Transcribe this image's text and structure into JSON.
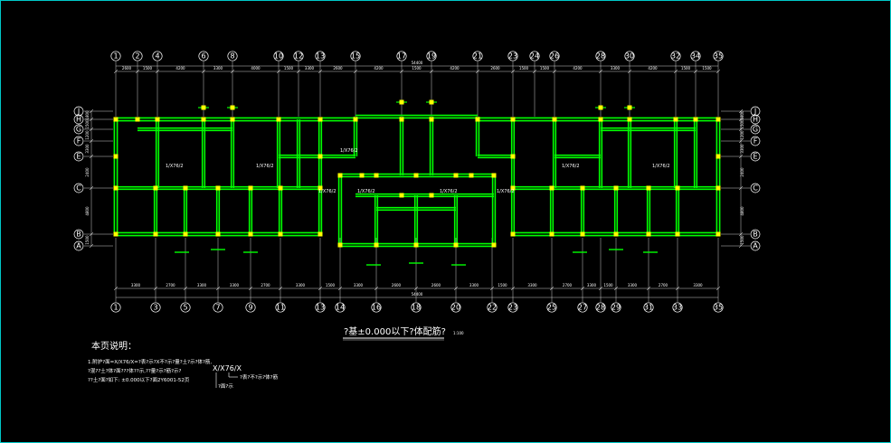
{
  "drawing": {
    "title": "?基±0.000以下?体配筋?",
    "scale": "1:100",
    "notes_heading": "本页说明：",
    "note_lines": [
      "1.附护?面=X/X76/X=?表?示?X不?示?量?土?示?体?筋,",
      "  ?混??土?体?面???体??示,??量?示?筋?示?",
      "  ??土?面?如下: ±0.000以下?面2Y6001-52页"
    ],
    "legend_formula": "X/X76/X",
    "legend_labels": [
      "?表?不?示?体?筋",
      "?面?示"
    ]
  },
  "axes": {
    "top": [
      "1",
      "2",
      "4",
      "6",
      "8",
      "10",
      "12",
      "13",
      "15",
      "17",
      "19",
      "21",
      "23",
      "24",
      "26",
      "28",
      "30",
      "32",
      "34",
      "35"
    ],
    "bottom": [
      "1",
      "3",
      "5",
      "7",
      "9",
      "11",
      "13",
      "14",
      "16",
      "18",
      "20",
      "22",
      "23",
      "25",
      "27",
      "28",
      "29",
      "31",
      "33",
      "35"
    ],
    "left": [
      "J",
      "H",
      "G",
      "F",
      "E",
      "C",
      "B",
      "A"
    ],
    "right": [
      "J",
      "H",
      "G",
      "F",
      "E",
      "C",
      "B",
      "A"
    ]
  },
  "dimensions": {
    "top_total": "54400",
    "bottom_total": "54400",
    "top_segments": [
      "2600",
      "1500",
      "4200",
      "3300",
      "4000",
      "1500",
      "3300",
      "2600",
      "4200",
      "1500",
      "4200",
      "2600",
      "1500",
      "1500",
      "4200",
      "3300",
      "4200",
      "1500",
      "1500"
    ],
    "bottom_segments": [
      "3300",
      "2700",
      "3300",
      "3300",
      "2700",
      "3300",
      "1500",
      "3300",
      "2600",
      "2600",
      "3300",
      "1500",
      "3300",
      "2700",
      "3300",
      "1500",
      "3300",
      "2700",
      "3300"
    ],
    "left_segments": [
      "1800",
      "1500",
      "1200",
      "3300",
      "2400",
      "4800",
      "1500"
    ],
    "right_segments": [
      "1800",
      "1500",
      "1200",
      "3300",
      "2400",
      "4800",
      "1500"
    ]
  },
  "room_labels": [
    "1/X76/2",
    "1/X76/2",
    "1/X76/2",
    "1/X76/2",
    "1/X76/2",
    "1/X76/2",
    "1/X76/2",
    "1/X76/2",
    "1/X76/2"
  ],
  "colors": {
    "background": "#000000",
    "frame": "#00c8c8",
    "wall": "#00ff00",
    "column": "#ffff00",
    "axis": "#ffffff",
    "dim": "#ffffff"
  }
}
